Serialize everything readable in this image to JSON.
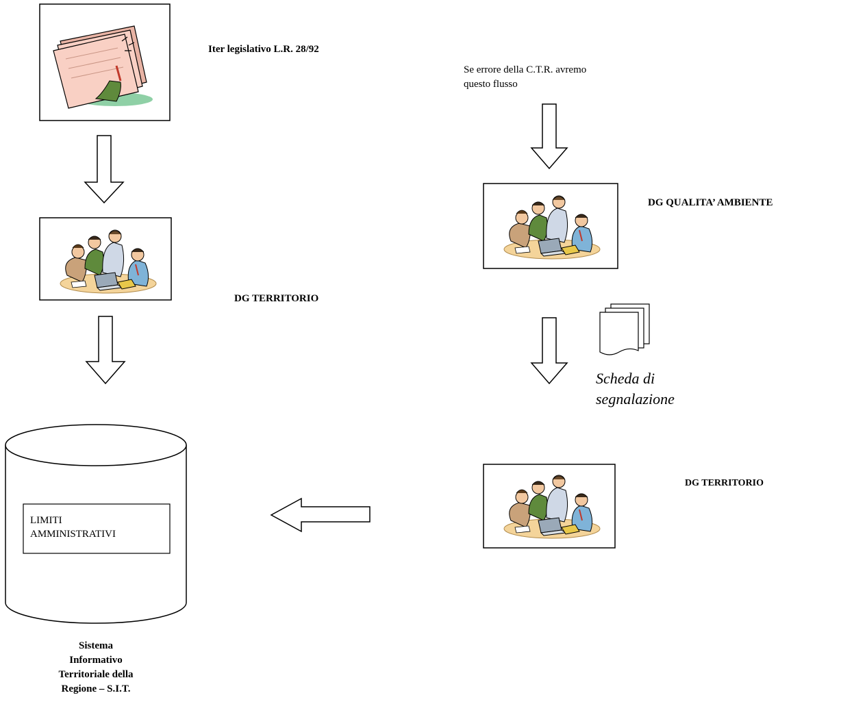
{
  "labels": {
    "iter": "Iter legislativo L.R. 28/92",
    "dg_territorio_left": "DG TERRITORIO",
    "note_line1": "Se errore della C.T.R. avremo",
    "note_line2": "questo flusso",
    "dg_qualita": "DG QUALITA’ AMBIENTE",
    "scheda_line1": "Scheda di",
    "scheda_line2": "segnalazione",
    "dg_territorio_right": "DG TERRITORIO",
    "limiti_line1": "LIMITI",
    "limiti_line2": "AMMINISTRATIVI",
    "sit_line1": "Sistema",
    "sit_line2": "Informativo",
    "sit_line3": "Territoriale della",
    "sit_line4": "Regione – S.I.T."
  },
  "colors": {
    "paper": "#f9d0c4",
    "paper_dark": "#e8b3a4",
    "green": "#5f8a3c",
    "shadow": "#8fd0a6",
    "skin": "#f2c8a0",
    "shirt_blue": "#7fb3d8",
    "desk": "#f4d49a"
  },
  "icons": {
    "legislative": "legislative-papers-icon",
    "team": "people-meeting-icon",
    "document": "document-stack-icon",
    "database": "database-cylinder-icon"
  }
}
